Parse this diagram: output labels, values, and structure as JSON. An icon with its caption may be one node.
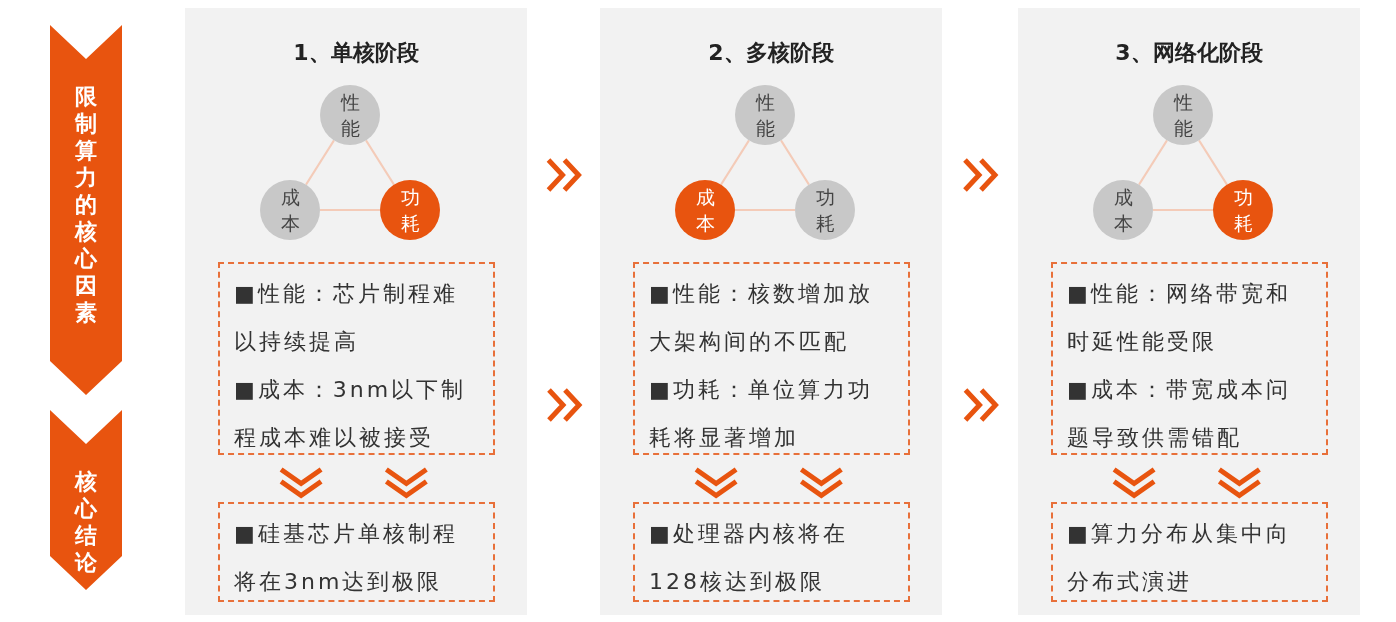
{
  "diagram": {
    "nodes": [
      {
        "text": [
          "限制算力的核心因素"
        ]
      },
      {
        "text": [
          "核心结论"
        ]
      },
      {
        "text": [
          "1、单核阶段"
        ]
      },
      {
        "text": [
          "性能"
        ],
        "in": 2
      },
      {
        "text": [
          "成本"
        ],
        "in": 2
      },
      {
        "text": [
          "功耗"
        ],
        "in": 2
      },
      {
        "text": [
          "■性能：芯片制程难以持续提高",
          "■成本：3nm以下制程成本难以被接受"
        ],
        "in": 2
      },
      {
        "text": [
          "■硅基芯片单核制程将在3nm达到极限"
        ],
        "in": 2
      },
      {
        "text": [
          "2、多核阶段"
        ]
      },
      {
        "text": [
          "性能"
        ],
        "in": 8
      },
      {
        "text": [
          "成本"
        ],
        "in": 8
      },
      {
        "text": [
          "功耗"
        ],
        "in": 8
      },
      {
        "text": [
          "■性能：核数增加放大架构间的不匹配",
          "■功耗：单位算力功耗将显著增加"
        ],
        "in": 8
      },
      {
        "text": [
          "■处理器内核将在128核达到极限"
        ],
        "in": 8
      },
      {
        "text": [
          "3、网络化阶段"
        ]
      },
      {
        "text": [
          "性能"
        ],
        "in": 14
      },
      {
        "text": [
          "成本"
        ],
        "in": 14
      },
      {
        "text": [
          "功耗"
        ],
        "in": 14
      },
      {
        "text": [
          "■性能：网络带宽和时延性能受限",
          "■成本：带宽成本问题导致供需错配"
        ],
        "in": 14
      },
      {
        "text": [
          "■算力分布从集中向分布式演进"
        ],
        "in": 14
      }
    ],
    "edges": [
      {
        "from": 3,
        "to": 4,
        "arrow": "none",
        "color": "#f4cbb8"
      },
      {
        "from": 3,
        "to": 5,
        "arrow": "none",
        "color": "#f4cbb8"
      },
      {
        "from": 4,
        "to": 5,
        "arrow": "none",
        "color": "#f4cbb8"
      },
      {
        "from": 6,
        "to": 7,
        "arrow": "to"
      },
      {
        "from": 6,
        "to": 7,
        "arrow": "to"
      },
      {
        "from": 2,
        "to": 8,
        "arrow": "to"
      },
      {
        "from": 6,
        "to": 12,
        "arrow": "to"
      },
      {
        "from": 9,
        "to": 10,
        "arrow": "none",
        "color": "#f4cbb8"
      },
      {
        "from": 9,
        "to": 11,
        "arrow": "none",
        "color": "#f4cbb8"
      },
      {
        "from": 10,
        "to": 11,
        "arrow": "none",
        "color": "#f4cbb8"
      },
      {
        "from": 12,
        "to": 13,
        "arrow": "to"
      },
      {
        "from": 12,
        "to": 13,
        "arrow": "to"
      },
      {
        "from": 8,
        "to": 14,
        "arrow": "to"
      },
      {
        "from": 12,
        "to": 18,
        "arrow": "to"
      },
      {
        "from": 15,
        "to": 16,
        "arrow": "none",
        "color": "#f4cbb8"
      },
      {
        "from": 15,
        "to": 17,
        "arrow": "none",
        "color": "#f4cbb8"
      },
      {
        "from": 16,
        "to": 17,
        "arrow": "none",
        "color": "#f4cbb8"
      },
      {
        "from": 18,
        "to": 19,
        "arrow": "to"
      },
      {
        "from": 18,
        "to": 19,
        "arrow": "to"
      }
    ]
  }
}
